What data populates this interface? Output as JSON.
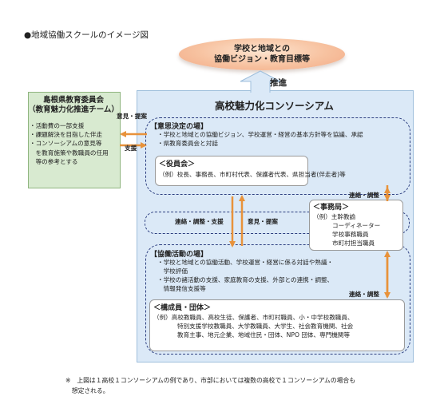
{
  "figure_title": "●地域協働スクールのイメージ図",
  "goal": {
    "line1": "学校と地域との",
    "line2": "協働ビジョン・教育目標等"
  },
  "push_label": "推進",
  "consortium_title": "高校魅力化コンソーシアム",
  "board": {
    "line1": "島根県教育委員会",
    "line2": "（教育魅力化推進チーム）",
    "items": [
      "・活動費の一部支援",
      "・課題解決を目指した伴走",
      "・コンソーシアムの意見等",
      "　を教育施策や教職員の任用",
      "　等の参考とする"
    ]
  },
  "flow_labels": {
    "opinion_to_board": "意見・提案",
    "support": "支援",
    "liaison_top": "連絡・調整",
    "liaison_mid": "連絡・調整・支援",
    "opinion_mid": "意見・提案",
    "liaison_bottom": "連絡・調整"
  },
  "decision": {
    "heading": "【意思決定の場】",
    "items": [
      "・学校と地域との協働ビジョン、学校運営・経営の基本方針等を協議、承認",
      "・県教育委員会と対話"
    ]
  },
  "yakuin": {
    "heading": "＜役員会＞",
    "body": "（例）校長、事務長、市町村代表、保護者代表、県担当者(伴走者)等"
  },
  "jimukyoku": {
    "heading": "＜事務局＞",
    "lines": [
      "（例）主幹教諭",
      "コーディネーター",
      "学校事務職員",
      "市町村担当職員"
    ]
  },
  "collab": {
    "heading": "【協働活動の場】",
    "items": [
      "・学校と地域との協働活動、学校運営・経営に係る対話や熟議・",
      "　学校評価",
      "・学校の諸活動の支援、家庭教育の支援、外部との連携・調整、",
      "　情報発信支援等"
    ]
  },
  "kosei": {
    "heading": "＜構成員・団体＞",
    "lines": [
      "（例）高校教職員、高校生徒、保護者、市町村職員、小・中学校教職員、",
      "特別支援学校教職員、大学教職員、大学生、社会教育機関、社会",
      "教育主事、地元企業、地域住民・団体、NPO 団体、専門機関等"
    ]
  },
  "note": {
    "line1": "※　上図は１高校１コンソーシアムの例であり、市部においては複数の高校で１コンソーシアムの場合も",
    "line2": "　想定される。"
  },
  "colors": {
    "arrow": "#e8923a",
    "consortium_fill": "#dbe9f7",
    "board_fill": "#d8ead0",
    "dashed_border": "#2d3f80",
    "goal_fill": "#f7c2a0"
  }
}
